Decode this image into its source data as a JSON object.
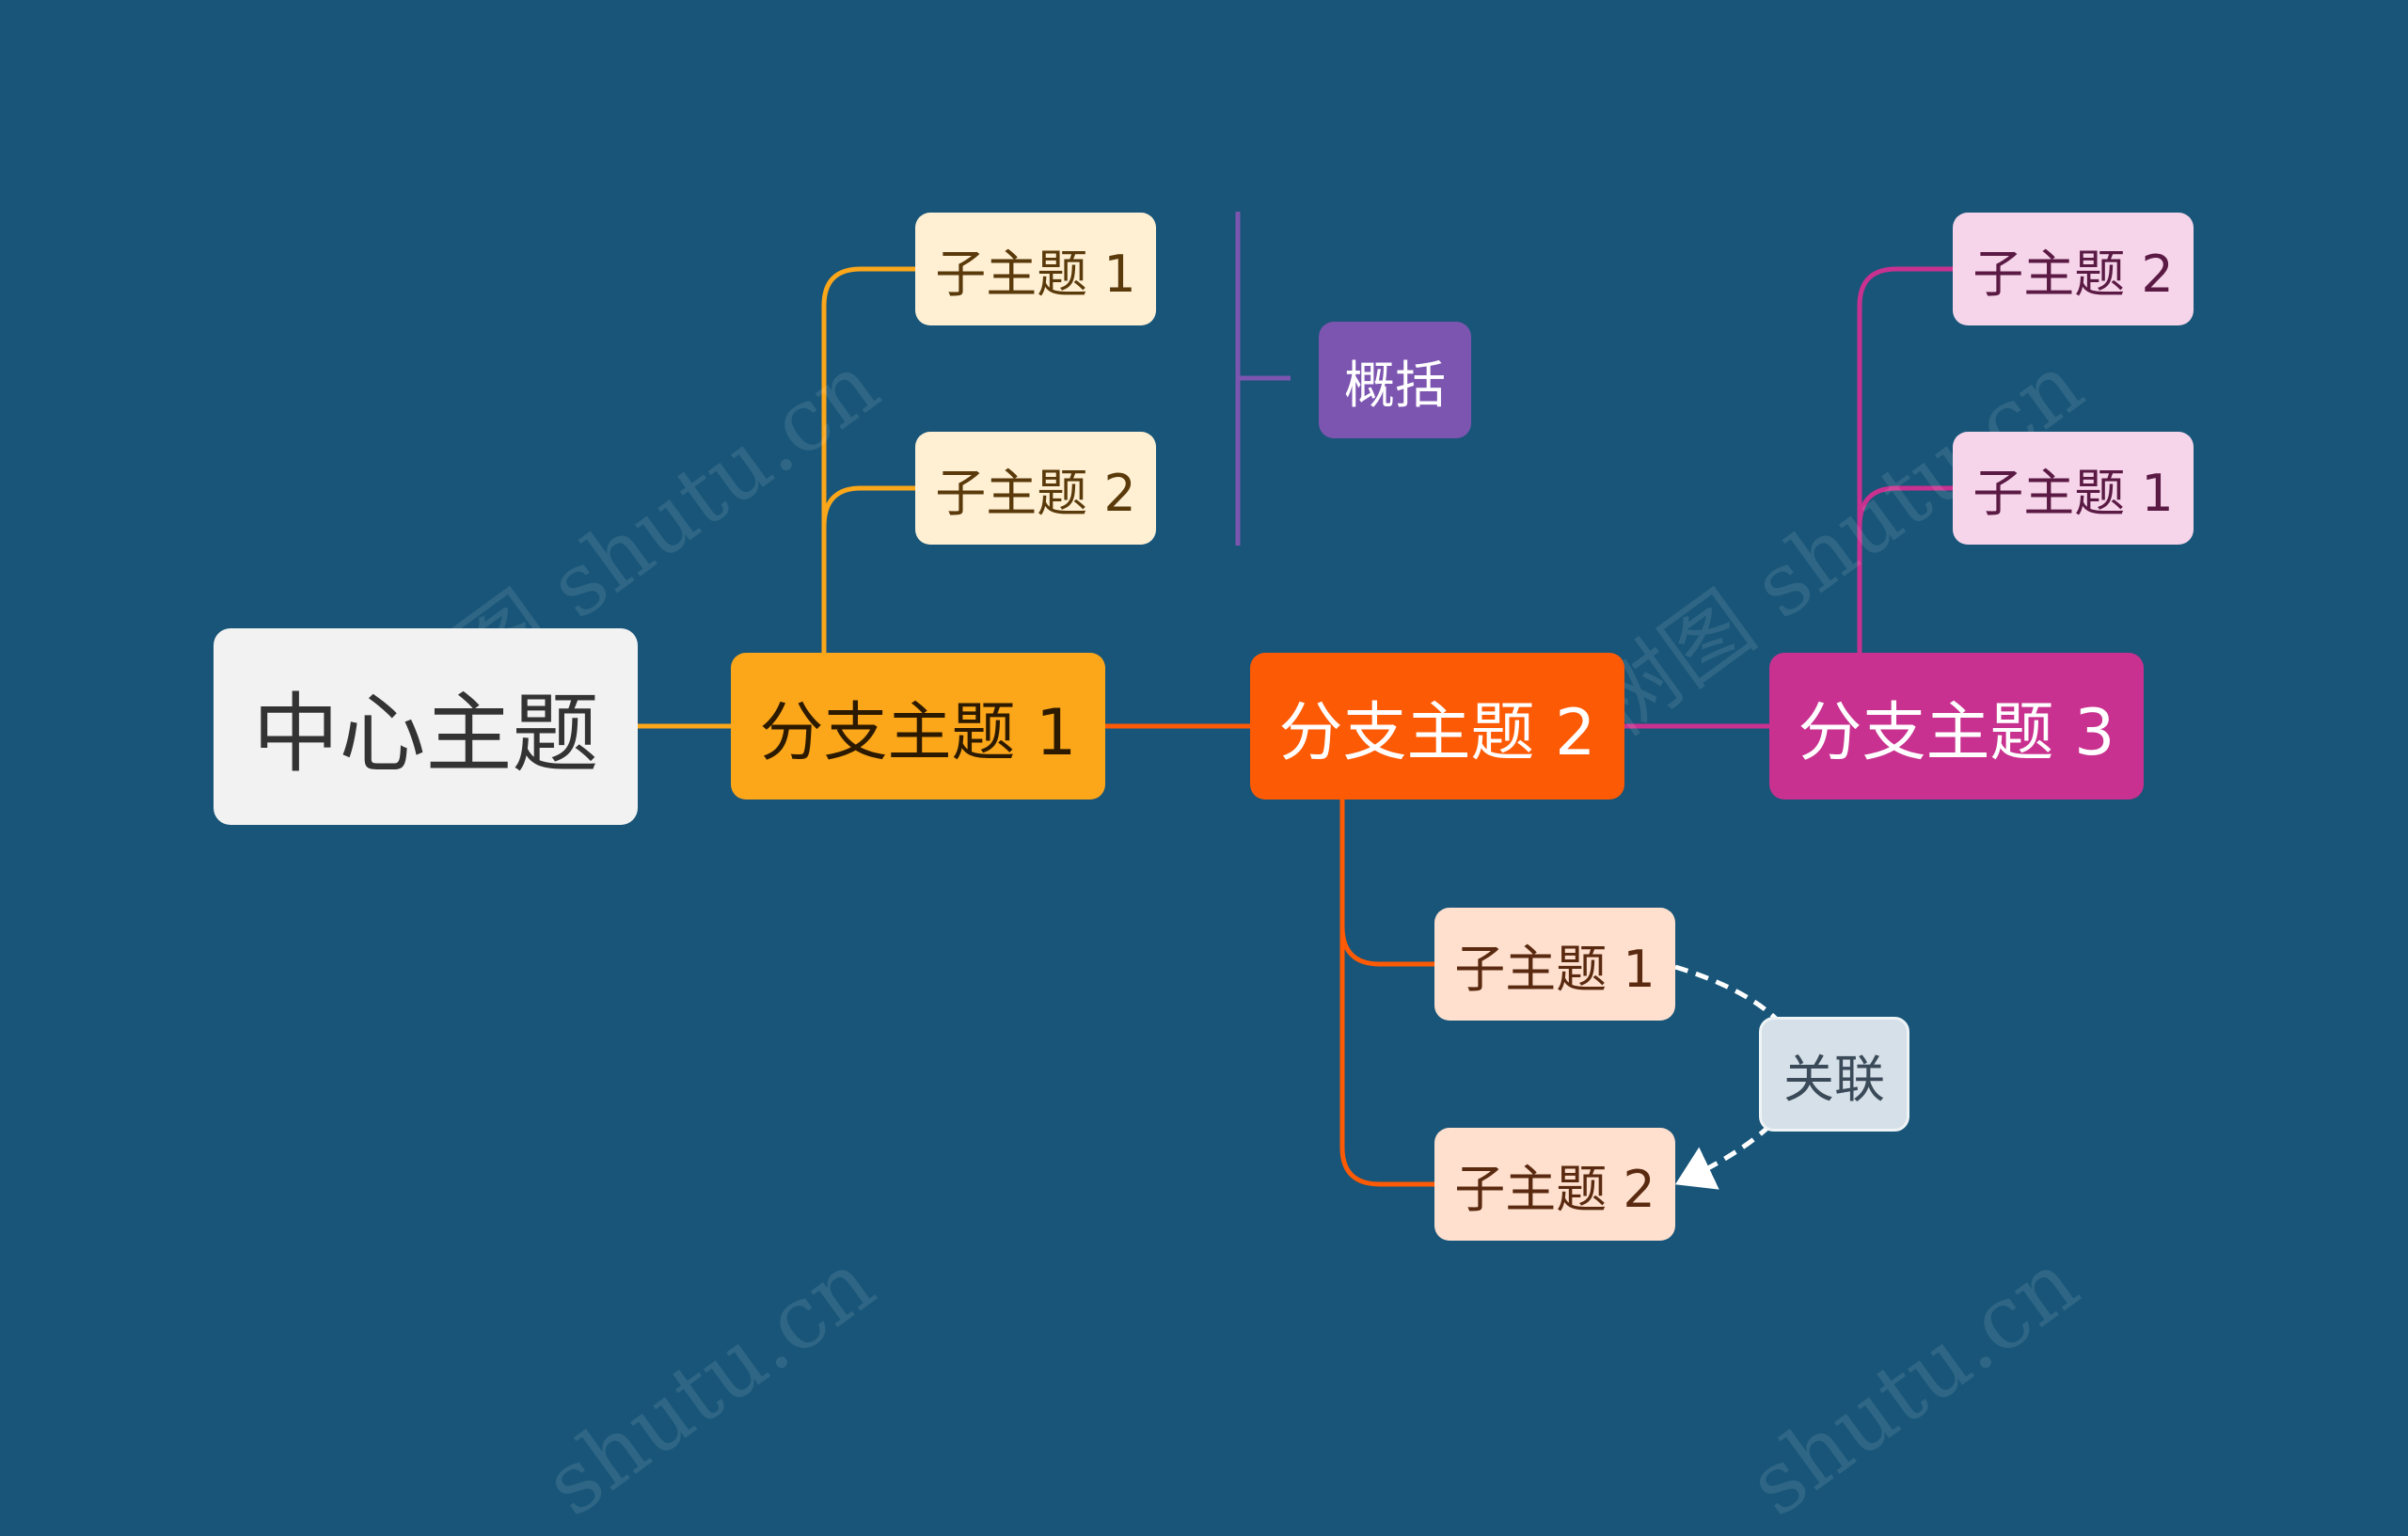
{
  "central": {
    "label": "中心主题"
  },
  "branches": [
    {
      "label": "分支主题 1",
      "color": "#fca61a"
    },
    {
      "label": "分支主题 2",
      "color": "#fd5a05"
    },
    {
      "label": "分支主题 3",
      "color": "#c8318f"
    }
  ],
  "branch1_subtopics": [
    "子主题 1",
    "子主题 2"
  ],
  "branch2_subtopics": [
    "子主题 1",
    "子主题 2"
  ],
  "branch3_subtopics": [
    "子主题 2",
    "子主题 1"
  ],
  "summary": {
    "label": "概括",
    "color": "#7c55b0"
  },
  "relationship": {
    "label": "关联"
  },
  "watermarks": [
    "树图 shutu.cn",
    "树图 shutu.cn",
    "shutu.cn",
    "shutu.cn"
  ],
  "colors": {
    "background": "#185578"
  }
}
